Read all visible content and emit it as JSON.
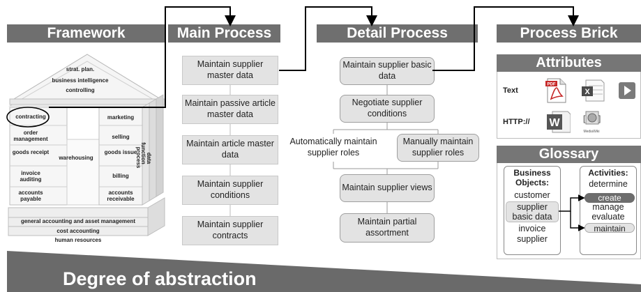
{
  "headers": {
    "framework": "Framework",
    "main_process": "Main Process",
    "detail_process": "Detail Process",
    "process_brick": "Process Brick"
  },
  "framework": {
    "roof": [
      "strat. plan.",
      "business intelligence",
      "controlling"
    ],
    "left_column": [
      "contracting",
      "order management",
      "goods receipt",
      "invoice auditing",
      "accounts payable"
    ],
    "middle": "warehousing",
    "right_column": [
      "marketing",
      "selling",
      "goods issue",
      "billing",
      "accounts receivable"
    ],
    "side_labels": [
      "process",
      "data",
      "function"
    ],
    "foundation": [
      "general accounting and asset management",
      "cost accounting",
      "human resources"
    ]
  },
  "main_process": [
    "Maintain supplier master data",
    "Maintain passive article master data",
    "Maintain article master data",
    "Maintain supplier conditions",
    "Maintain supplier contracts"
  ],
  "detail_process": {
    "steps": [
      "Maintain supplier basic data",
      "Negotiate supplier conditions",
      "Automatically maintain supplier roles",
      "Manually maintain supplier roles",
      "Maintain supplier views",
      "Maintain partial assortment"
    ]
  },
  "process_brick": {
    "attributes_title": "Attributes",
    "attribute_types": [
      "Text",
      "HTTP://"
    ],
    "attribute_icons": [
      "pdf-icon",
      "excel-icon",
      "video-icon",
      "word-icon",
      "mediawiki-icon"
    ],
    "mediawiki_label": "MediaWiki",
    "glossary_title": "Glossary",
    "business_objects_title": "Business Objects:",
    "business_objects": [
      "customer",
      "supplier basic data",
      "invoice",
      "supplier"
    ],
    "activities_title": "Activities:",
    "activities": [
      "determine",
      "create",
      "manage",
      "evaluate",
      "maintain"
    ]
  },
  "footer": {
    "label": "Degree of abstraction"
  },
  "colors": {
    "header_bg": "#6f6f6f",
    "box_bg": "#e3e3e3",
    "abstraction_wedge": "#6a6a6a"
  }
}
